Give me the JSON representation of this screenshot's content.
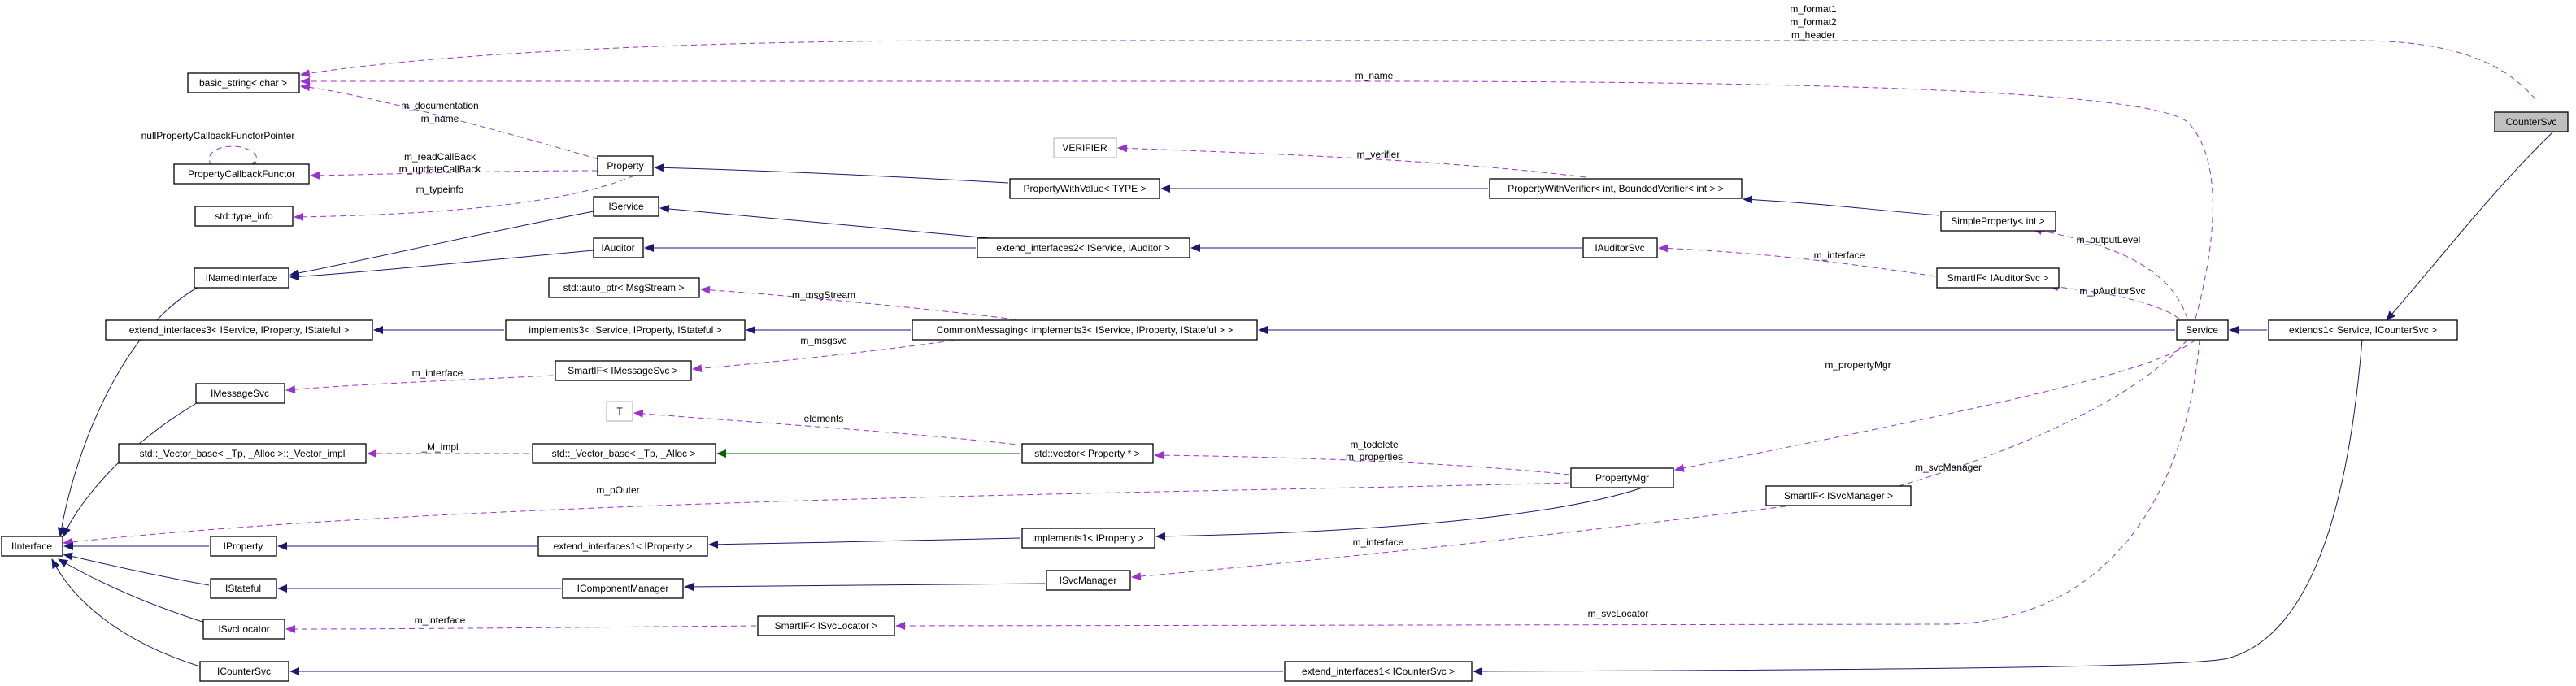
{
  "diagram": {
    "colors": {
      "inherit": "#191970",
      "use": "#9a32cd",
      "template": "#006400",
      "node_border": "#000000",
      "template_node_border": "#bfbfbf",
      "focus_node_fill": "#bfbfbf"
    },
    "nodes": {
      "counter_svc": "CounterSvc",
      "basic_string": "basic_string< char >",
      "property_callback_functor": "PropertyCallbackFunctor",
      "std_type_info": "std::type_info",
      "inamed_interface": "INamedInterface",
      "extend_interfaces3": "extend_interfaces3< IService, IProperty, IStateful >",
      "imessage_svc": "IMessageSvc",
      "std_vector_base_impl": "std::_Vector_base< _Tp, _Alloc >::_Vector_impl",
      "iinterface": "IInterface",
      "iproperty": "IProperty",
      "istateful": "IStateful",
      "isvc_locator": "ISvcLocator",
      "icounter_svc": "ICounterSvc",
      "property": "Property",
      "iservice": "IService",
      "iauditor": "IAuditor",
      "std_auto_ptr": "std::auto_ptr< MsgStream >",
      "implements3": "implements3< IService, IProperty, IStateful >",
      "smartif_imessage_svc": "SmartIF< IMessageSvc >",
      "t_param": "T",
      "std_vector_base": "std::_Vector_base< _Tp, _Alloc >",
      "extend_interfaces1_iproperty": "extend_interfaces1< IProperty >",
      "icomponent_manager": "IComponentManager",
      "smartif_isvc_locator": "SmartIF< ISvcLocator >",
      "verifier": "VERIFIER",
      "property_with_value": "PropertyWithValue< TYPE >",
      "extend_interfaces2": "extend_interfaces2< IService, IAuditor >",
      "common_messaging": "CommonMessaging< implements3< IService, IProperty, IStateful > >",
      "std_vector_property": "std::vector< Property * >",
      "implements1_iproperty": "implements1< IProperty >",
      "isvc_manager": "ISvcManager",
      "extend_interfaces1_icounter_svc": "extend_interfaces1< ICounterSvc >",
      "property_with_verifier": "PropertyWithVerifier< int, BoundedVerifier< int > >",
      "iauditor_svc": "IAuditorSvc",
      "property_mgr": "PropertyMgr",
      "simple_property": "SimpleProperty< int >",
      "smartif_iauditor_svc": "SmartIF< IAuditorSvc >",
      "service": "Service",
      "smartif_isvc_manager": "SmartIF< ISvcManager >",
      "extends1": "extends1< Service, ICounterSvc >"
    },
    "edge_labels": {
      "m_format1": "m_format1",
      "m_format2": "m_format2",
      "m_header": "m_header",
      "m_name_service": "m_name",
      "null_property_callback_functor_pointer": "nullPropertyCallbackFunctorPointer",
      "m_documentation": "m_documentation",
      "m_name_property": "m_name",
      "m_read_callback": "m_readCallBack",
      "m_update_callback": "m_updateCallBack",
      "m_typeinfo": "m_typeinfo",
      "m_verifier": "m_verifier",
      "m_output_level": "m_outputLevel",
      "m_interface_auditor": "m_interface",
      "m_p_auditor_svc": "m_pAuditorSvc",
      "m_msg_stream": "m_msgStream",
      "m_msgsvc": "m_msgsvc",
      "m_interface_msg": "m_interface",
      "m_property_mgr": "m_propertyMgr",
      "elements": "elements",
      "m_impl": "_M_impl",
      "m_todelete": "m_todelete",
      "m_properties": "m_properties",
      "m_p_outer": "m_pOuter",
      "m_svc_manager": "m_svcManager",
      "m_interface_svcmgr": "m_interface",
      "m_interface_svcloc": "m_interface",
      "m_svc_locator": "m_svcLocator"
    }
  }
}
